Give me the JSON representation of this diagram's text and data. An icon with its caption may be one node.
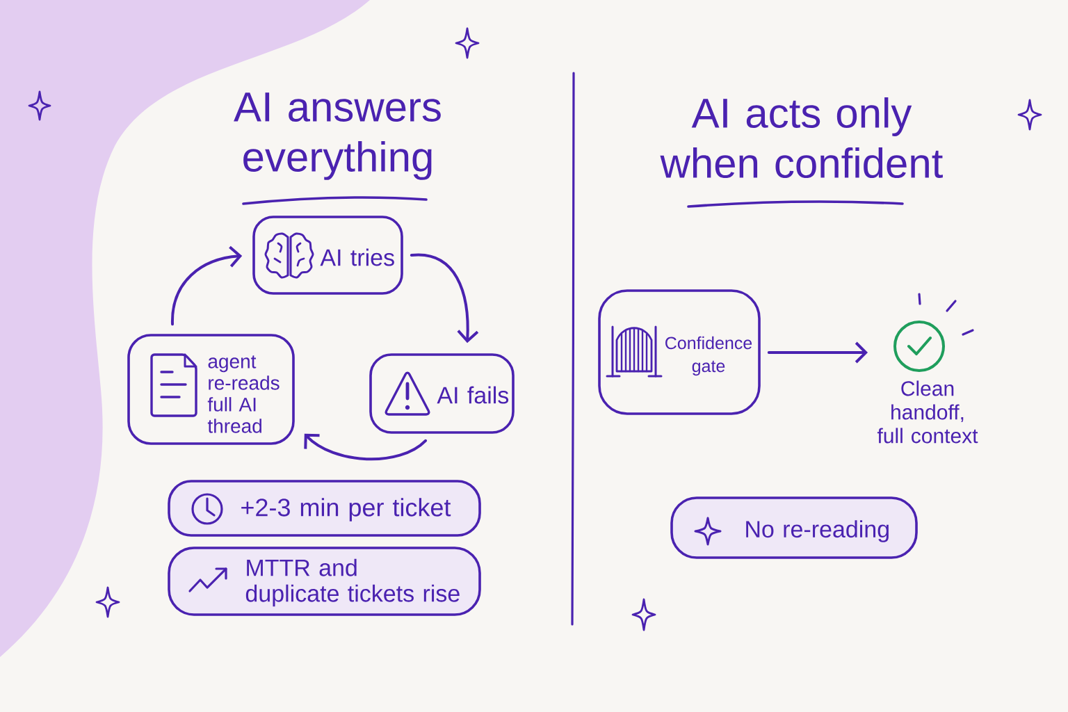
{
  "diagram": {
    "nodes": [
      {
        "text": [
          "AI tries"
        ]
      },
      {
        "text": [
          "agent re-reads full AI thread"
        ]
      },
      {
        "text": [
          "AI fails"
        ]
      },
      {
        "text": [
          "+2-3 min per ticket"
        ]
      },
      {
        "text": [
          "MTTR and duplicate tickets rise"
        ]
      },
      {
        "text": [
          "Confidence gate"
        ]
      },
      {
        "text": [],
        "shape": "circle",
        "beside": [
          "Clean handoff, full context"
        ]
      },
      {
        "text": [
          "No re-reading"
        ]
      }
    ],
    "edges": [
      {
        "from": 0,
        "to": 2,
        "arrow": "to"
      },
      {
        "from": 2,
        "to": 1,
        "arrow": "to"
      },
      {
        "from": 1,
        "to": 0,
        "arrow": "to"
      },
      {
        "from": 5,
        "to": 6,
        "arrow": "to"
      }
    ],
    "labels": [
      "AI answers everything",
      "AI acts only when confident"
    ]
  }
}
